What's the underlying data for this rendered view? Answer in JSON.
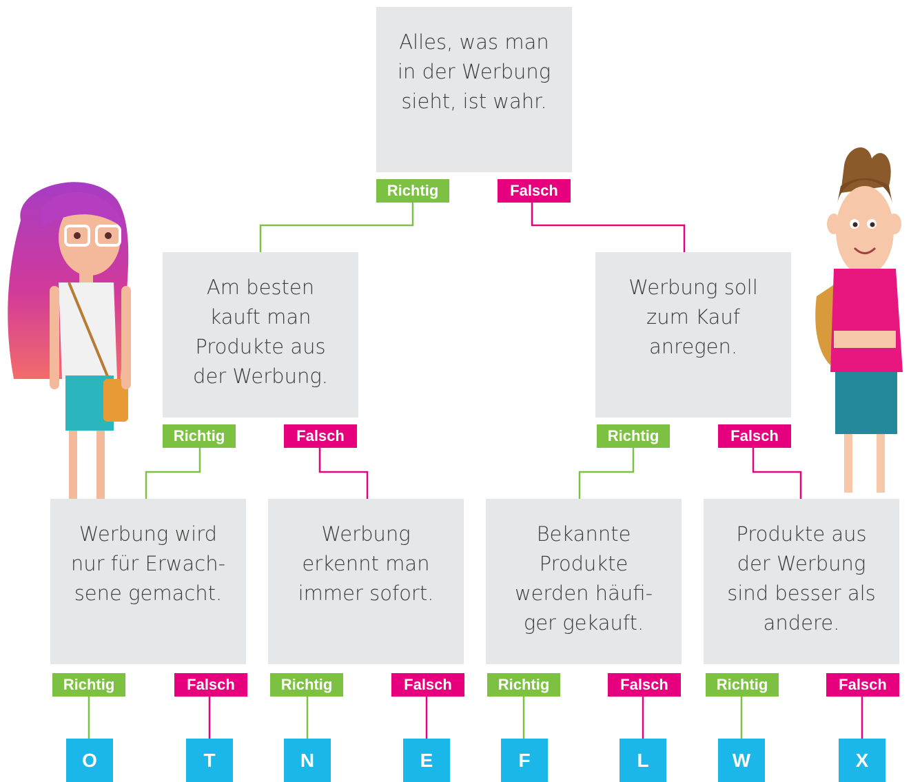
{
  "colors": {
    "richtig": "#7dc143",
    "falsch": "#e6007e",
    "letter": "#1ab7e8",
    "box": "#e6e7e8"
  },
  "boxes": [
    {
      "text": "Alles, was man\nin der Werbung\nsieht, ist wahr."
    },
    {
      "text": "Am besten\nkauft man\nProdukte aus\nder Werbung."
    },
    {
      "text": "Werbung soll\nzum Kauf\nanregen."
    },
    {
      "text": "Werbung wird\nnur für Erwach-\nsene gemacht."
    },
    {
      "text": "Werbung\nerkennt man\nimmer sofort."
    },
    {
      "text": "Bekannte\nProdukte\nwerden häufi-\nger gekauft."
    },
    {
      "text": "Produkte aus\nder Werbung\nsind besser als\nandere."
    }
  ],
  "labels": {
    "richtig": "Richtig",
    "falsch": "Falsch"
  },
  "letters": [
    "O",
    "T",
    "N",
    "E",
    "F",
    "L",
    "W",
    "X"
  ],
  "illustrations": {
    "left": "girl-illustration",
    "right": "boy-illustration"
  }
}
